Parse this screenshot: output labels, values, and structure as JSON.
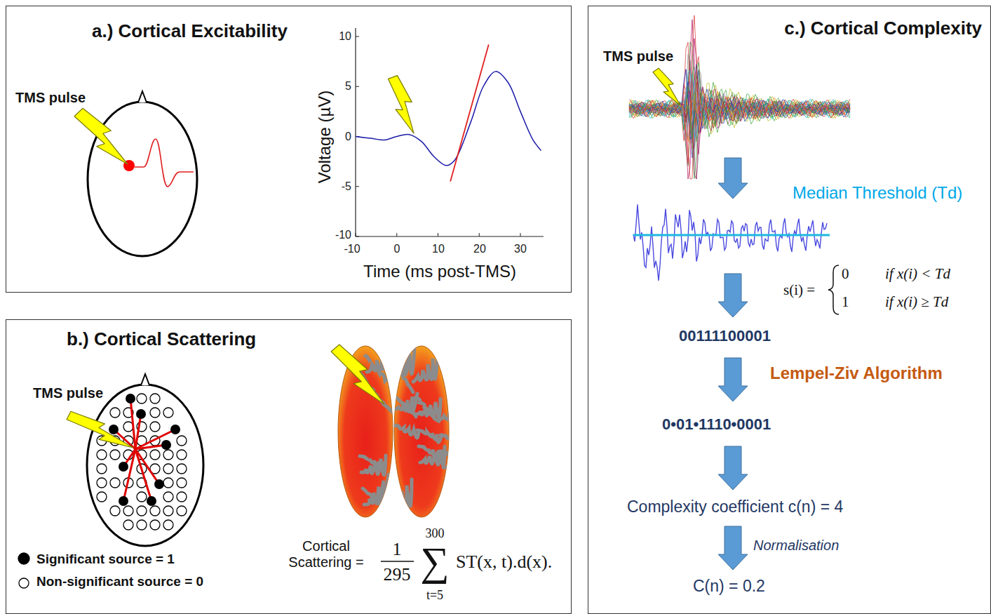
{
  "diagram": {
    "nodes": [
      {
        "text": [
          "a.) Cortical Excitability"
        ]
      },
      {
        "text": [
          "b.) Cortical Scattering"
        ]
      },
      {
        "text": [
          "c.) Cortical Complexity"
        ]
      }
    ],
    "labels": [
      "TMS pulse",
      "10",
      "5",
      "0",
      "-5",
      "-10",
      "-10",
      "0",
      "10",
      "20",
      "30",
      "Voltage (µV)",
      "Time (ms post-TMS)",
      "TMS pulse",
      "Cortical Scattering =",
      "1",
      "295",
      "300",
      "∑",
      "ST(x, t).d(x).",
      "t=5",
      "TMS pulse",
      "Median Threshold (Td)",
      "s(i) =",
      "0",
      "if x(i) < Td",
      "1",
      "if x(i) ≥ Td",
      "00111100001",
      "Lempel-Ziv Algorithm",
      "0•01•1110•0001",
      "Complexity coefficient c(n) = 4",
      "Normalisation",
      "C(n) = 0.2"
    ],
    "legend": [
      {
        "text": "Significant source = 1"
      },
      {
        "text": "Non-significant source = 0"
      }
    ]
  }
}
